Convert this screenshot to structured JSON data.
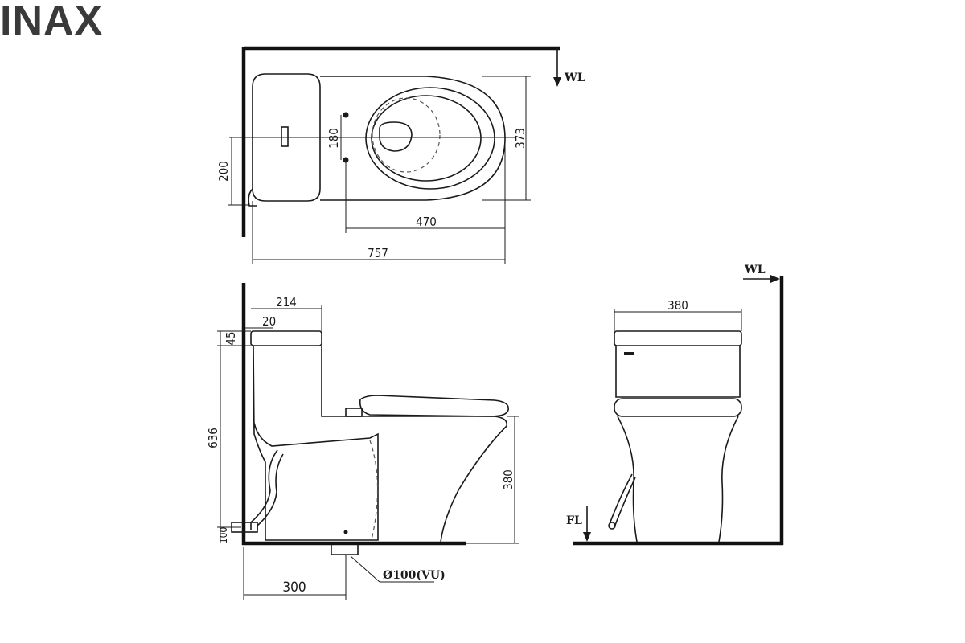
{
  "brand": {
    "name": "INAX"
  },
  "plan_view": {
    "wall_label": "WL",
    "dims": {
      "width_200": "200",
      "offset_180": "180",
      "depth_373": "373",
      "span_470": "470",
      "length_757": "757"
    }
  },
  "side_view": {
    "dims": {
      "tank_214": "214",
      "gap_20": "20",
      "lid_45": "45",
      "height_636": "636",
      "seat_380": "380",
      "inlet_100": "100",
      "outlet_300": "300"
    },
    "outlet_label": "Ø100(VU)"
  },
  "front_view": {
    "wall_label": "WL",
    "floor_label": "FL",
    "dims": {
      "width_380": "380"
    }
  }
}
